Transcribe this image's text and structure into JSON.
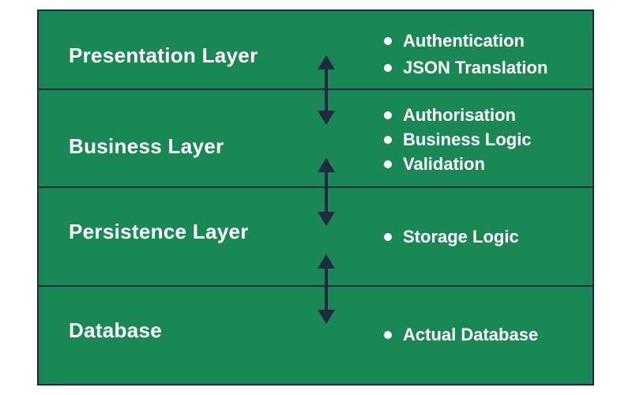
{
  "layers": [
    {
      "name": "Presentation Layer",
      "features": [
        "Authentication",
        "JSON Translation"
      ]
    },
    {
      "name": "Business Layer",
      "features": [
        "Authorisation",
        "Business Logic",
        "Validation"
      ]
    },
    {
      "name": "Persistence Layer",
      "features": [
        "Storage Logic"
      ]
    },
    {
      "name": "Database",
      "features": [
        "Actual Database"
      ]
    }
  ],
  "colors": {
    "layer_fill": "#1b8656",
    "border": "#1c2b3e",
    "arrow": "#1c2b3e",
    "text": "#ffffff"
  }
}
